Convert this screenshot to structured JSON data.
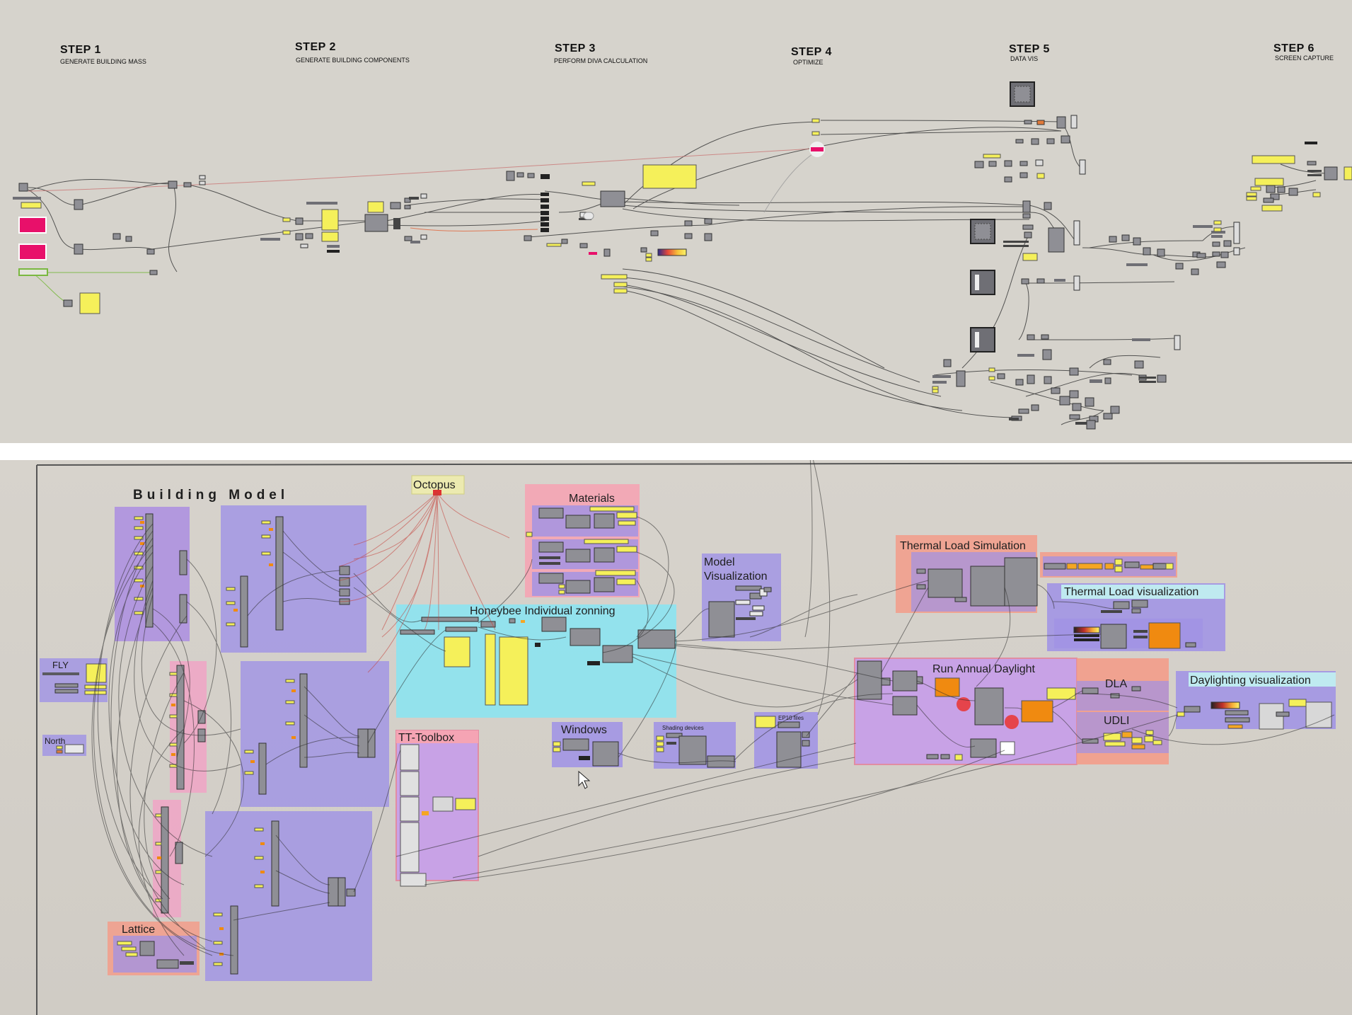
{
  "top_panel": {
    "steps": [
      {
        "title": "STEP 1",
        "subtitle": "GENERATE BUILDING MASS"
      },
      {
        "title": "STEP 2",
        "subtitle": "GENERATE BUILDING COMPONENTS"
      },
      {
        "title": "STEP 3",
        "subtitle": "PERFORM DIVA CALCULATION"
      },
      {
        "title": "STEP 4",
        "subtitle": "OPTIMIZE"
      },
      {
        "title": "STEP 5",
        "subtitle": "DATA VIS"
      },
      {
        "title": "STEP 6",
        "subtitle": "SCREEN CAPTURE"
      }
    ]
  },
  "bottom_panel": {
    "groups": {
      "building_model": "Building Model",
      "octopus": "Octopus",
      "materials": "Materials",
      "model_visualization_1": "Model",
      "model_visualization_2": "Visualization",
      "thermal_load_simulation": "Thermal Load Simulation",
      "thermal_load_visualization": "Thermal Load visualization",
      "honeybee_zoning": "Honeybee Individual zonning",
      "fly": "FLY",
      "north": "North",
      "run_annual_daylight": "Run Annual Daylight",
      "dla": "DLA",
      "udli": "UDLI",
      "daylighting_visualization": "Daylighting visualization",
      "windows": "Windows",
      "shading_devices": "Shading devices",
      "ep_files": "EP10 files",
      "tt_toolbox": "TT-Toolbox",
      "lattice": "Lattice"
    }
  },
  "colors": {
    "canvas": "#d6d3cc",
    "component": "#8f8f95",
    "panel_yellow": "#f5f05a",
    "param_pink": "#e8106a",
    "group_purple": "#9f92e6",
    "group_pink": "#f0a4c6",
    "group_cyan": "#8fe3ee",
    "group_salmon": "#f39c8a",
    "wire": "#3a3a3a"
  },
  "cursor_icon": "mouse-pointer-icon"
}
